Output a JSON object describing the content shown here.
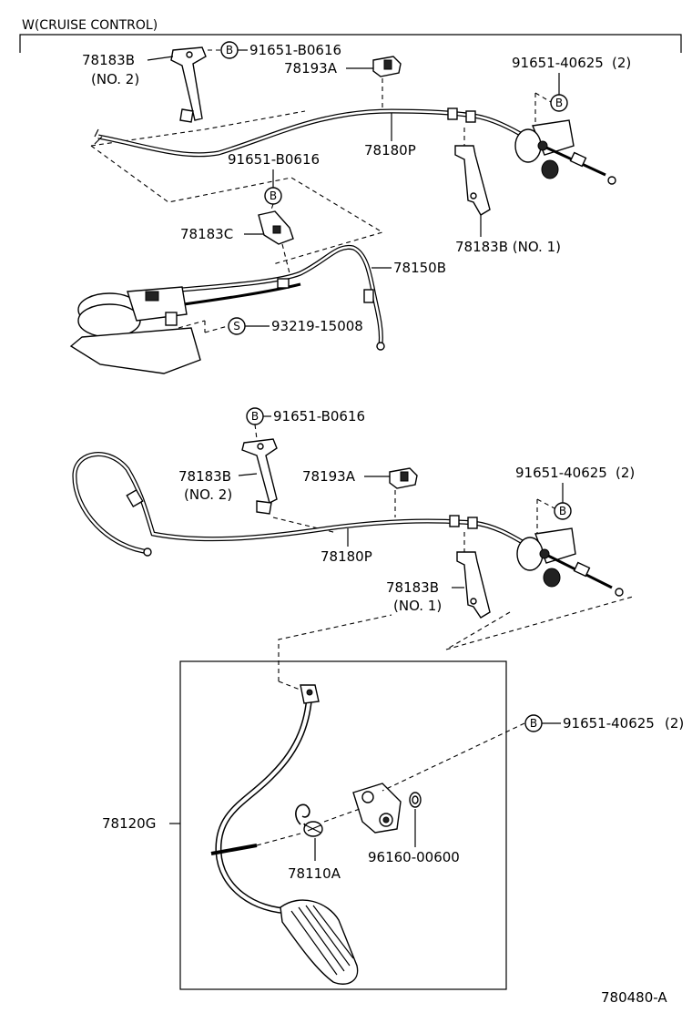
{
  "header": "W(CRUISE CONTROL)",
  "figure_code": "780480-A",
  "circle_codes": {
    "bolt": "B",
    "screw": "S"
  },
  "upper_assembly": {
    "bracket_no2": "78183B",
    "bracket_no2_note": "(NO. 2)",
    "bracket_no2_bolt": "91651-B0616",
    "clamp": "78193A",
    "cable": "78180P",
    "bolt_pair": "91651-40625",
    "bolt_pair_qty": "(2)",
    "bracket_no1": "78183B (NO. 1)",
    "clamp_bolt": "91651-B0616",
    "bracket_c": "78183C",
    "actuator_cable": "78150B",
    "screw": "93219-15008"
  },
  "middle_assembly": {
    "bracket_no2_bolt": "91651-B0616",
    "bracket_no2": "78183B",
    "bracket_no2_note": "(NO. 2)",
    "clamp": "78193A",
    "cable": "78180P",
    "bolt_pair": "91651-40625",
    "bolt_pair_qty": "(2)",
    "bracket_no1": "78183B",
    "bracket_no1_note": "(NO. 1)"
  },
  "pedal_assembly": {
    "bolt_pair": "91651-40625",
    "bolt_pair_qty": "(2)",
    "pedal": "78120G",
    "spring": "78110A",
    "bushing": "96160-00600"
  }
}
